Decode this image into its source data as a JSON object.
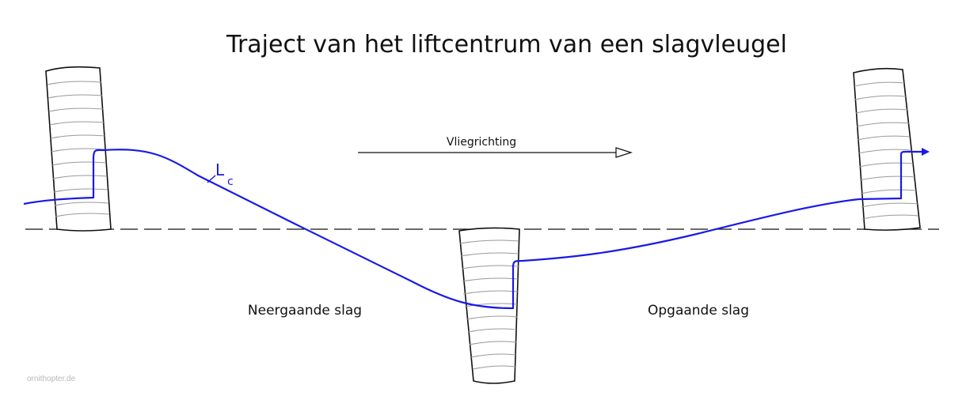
{
  "title": "Traject van het liftcentrum van een slagvleugel",
  "flight_direction_label": "Vliegrichting",
  "downstroke_label": "Neergaande slag",
  "upstroke_label": "Opgaande slag",
  "lift_center_label": "L",
  "lift_center_subscript": "c",
  "watermark": "ornithopter.de",
  "colors": {
    "trajectory": "#1a1ae6",
    "lines": "#111111",
    "ribs": "#9a9a9a"
  }
}
